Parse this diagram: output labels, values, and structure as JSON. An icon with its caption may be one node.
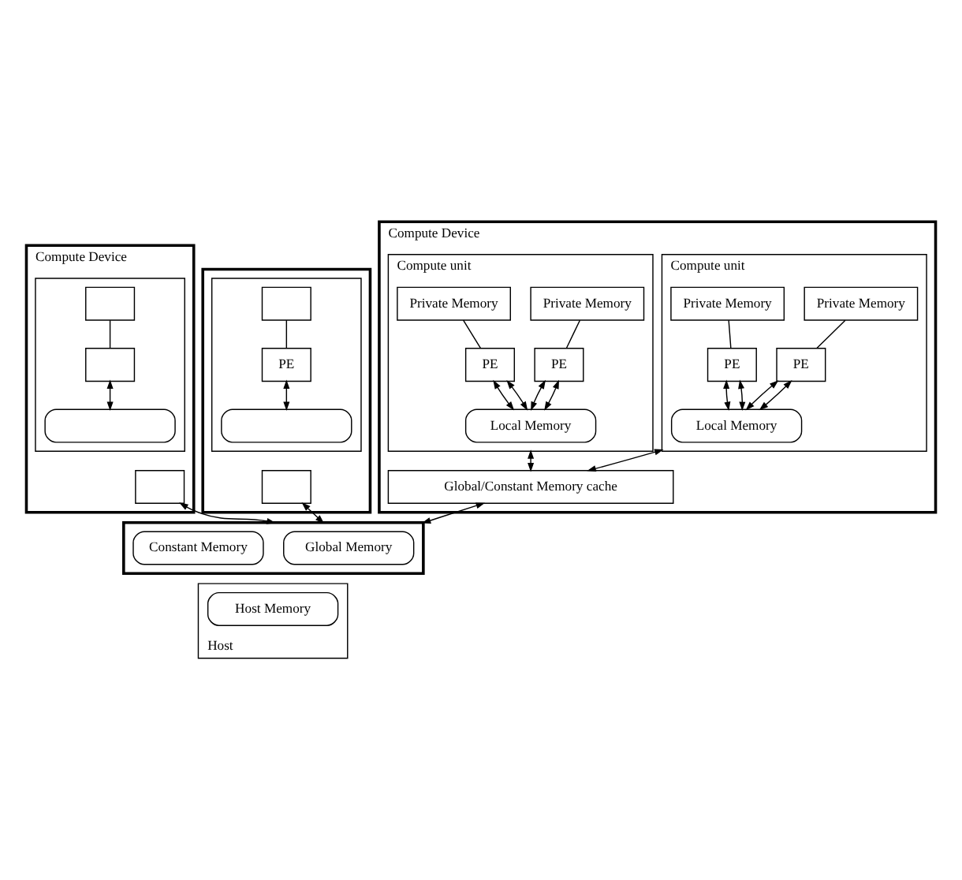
{
  "diagram": {
    "nodes": [
      {
        "text": [
          "Compute Device"
        ]
      },
      {
        "text": [],
        "shape": "box",
        "in": 0
      },
      {
        "text": [],
        "shape": "box",
        "in": 1
      },
      {
        "text": [],
        "shape": "box",
        "in": 1
      },
      {
        "text": [],
        "shape": "box",
        "in": 1
      },
      {
        "text": [],
        "shape": "box",
        "in": 0
      },
      {
        "text": [],
        "shape": "box"
      },
      {
        "text": [],
        "shape": "box",
        "in": 6
      },
      {
        "text": [],
        "shape": "box",
        "in": 7
      },
      {
        "text": [
          "PE"
        ],
        "in": 7
      },
      {
        "text": [],
        "shape": "box",
        "in": 7
      },
      {
        "text": [],
        "shape": "box",
        "in": 6
      },
      {
        "text": [
          "Compute Device"
        ]
      },
      {
        "text": [
          "Compute unit"
        ],
        "in": 12
      },
      {
        "text": [
          "Private Memory"
        ],
        "in": 13
      },
      {
        "text": [
          "Private Memory"
        ],
        "in": 13
      },
      {
        "text": [
          "PE"
        ],
        "in": 13
      },
      {
        "text": [
          "PE"
        ],
        "in": 13
      },
      {
        "text": [
          "Local Memory"
        ],
        "in": 13
      },
      {
        "text": [
          "Compute unit"
        ],
        "in": 12
      },
      {
        "text": [
          "Private Memory"
        ],
        "in": 19
      },
      {
        "text": [
          "Private Memory"
        ],
        "in": 19
      },
      {
        "text": [
          "PE"
        ],
        "in": 19
      },
      {
        "text": [
          "PE"
        ],
        "in": 19
      },
      {
        "text": [
          "Local Memory"
        ],
        "in": 19
      },
      {
        "text": [
          "Global/Constant Memory cache"
        ],
        "in": 12
      },
      {
        "text": [],
        "shape": "box"
      },
      {
        "text": [
          "Global Memory"
        ],
        "in": 26
      },
      {
        "text": [
          "Constant Memory"
        ],
        "in": 26
      },
      {
        "text": [
          "Host"
        ]
      },
      {
        "text": [
          "Host Memory"
        ],
        "in": 29
      }
    ],
    "edges": [
      {
        "from": 2,
        "to": 3,
        "arrow": "none"
      },
      {
        "from": 3,
        "to": 4,
        "arrow": "both"
      },
      {
        "from": 5,
        "to": 26,
        "arrow": "both"
      },
      {
        "from": 8,
        "to": 9,
        "arrow": "none"
      },
      {
        "from": 9,
        "to": 10,
        "arrow": "both"
      },
      {
        "from": 11,
        "to": 26,
        "arrow": "both"
      },
      {
        "from": 14,
        "to": 16,
        "arrow": "none"
      },
      {
        "from": 15,
        "to": 17,
        "arrow": "none"
      },
      {
        "from": 16,
        "to": 18,
        "arrow": "both"
      },
      {
        "from": 16,
        "to": 18,
        "arrow": "both"
      },
      {
        "from": 17,
        "to": 18,
        "arrow": "both"
      },
      {
        "from": 17,
        "to": 18,
        "arrow": "both"
      },
      {
        "from": 20,
        "to": 22,
        "arrow": "none"
      },
      {
        "from": 21,
        "to": 23,
        "arrow": "none"
      },
      {
        "from": 22,
        "to": 24,
        "arrow": "both"
      },
      {
        "from": 22,
        "to": 24,
        "arrow": "both"
      },
      {
        "from": 23,
        "to": 24,
        "arrow": "both"
      },
      {
        "from": 23,
        "to": 24,
        "arrow": "both"
      },
      {
        "from": 13,
        "to": 25,
        "arrow": "both"
      },
      {
        "from": 19,
        "to": 25,
        "arrow": "both"
      },
      {
        "from": 25,
        "to": 26,
        "arrow": "both"
      }
    ]
  }
}
